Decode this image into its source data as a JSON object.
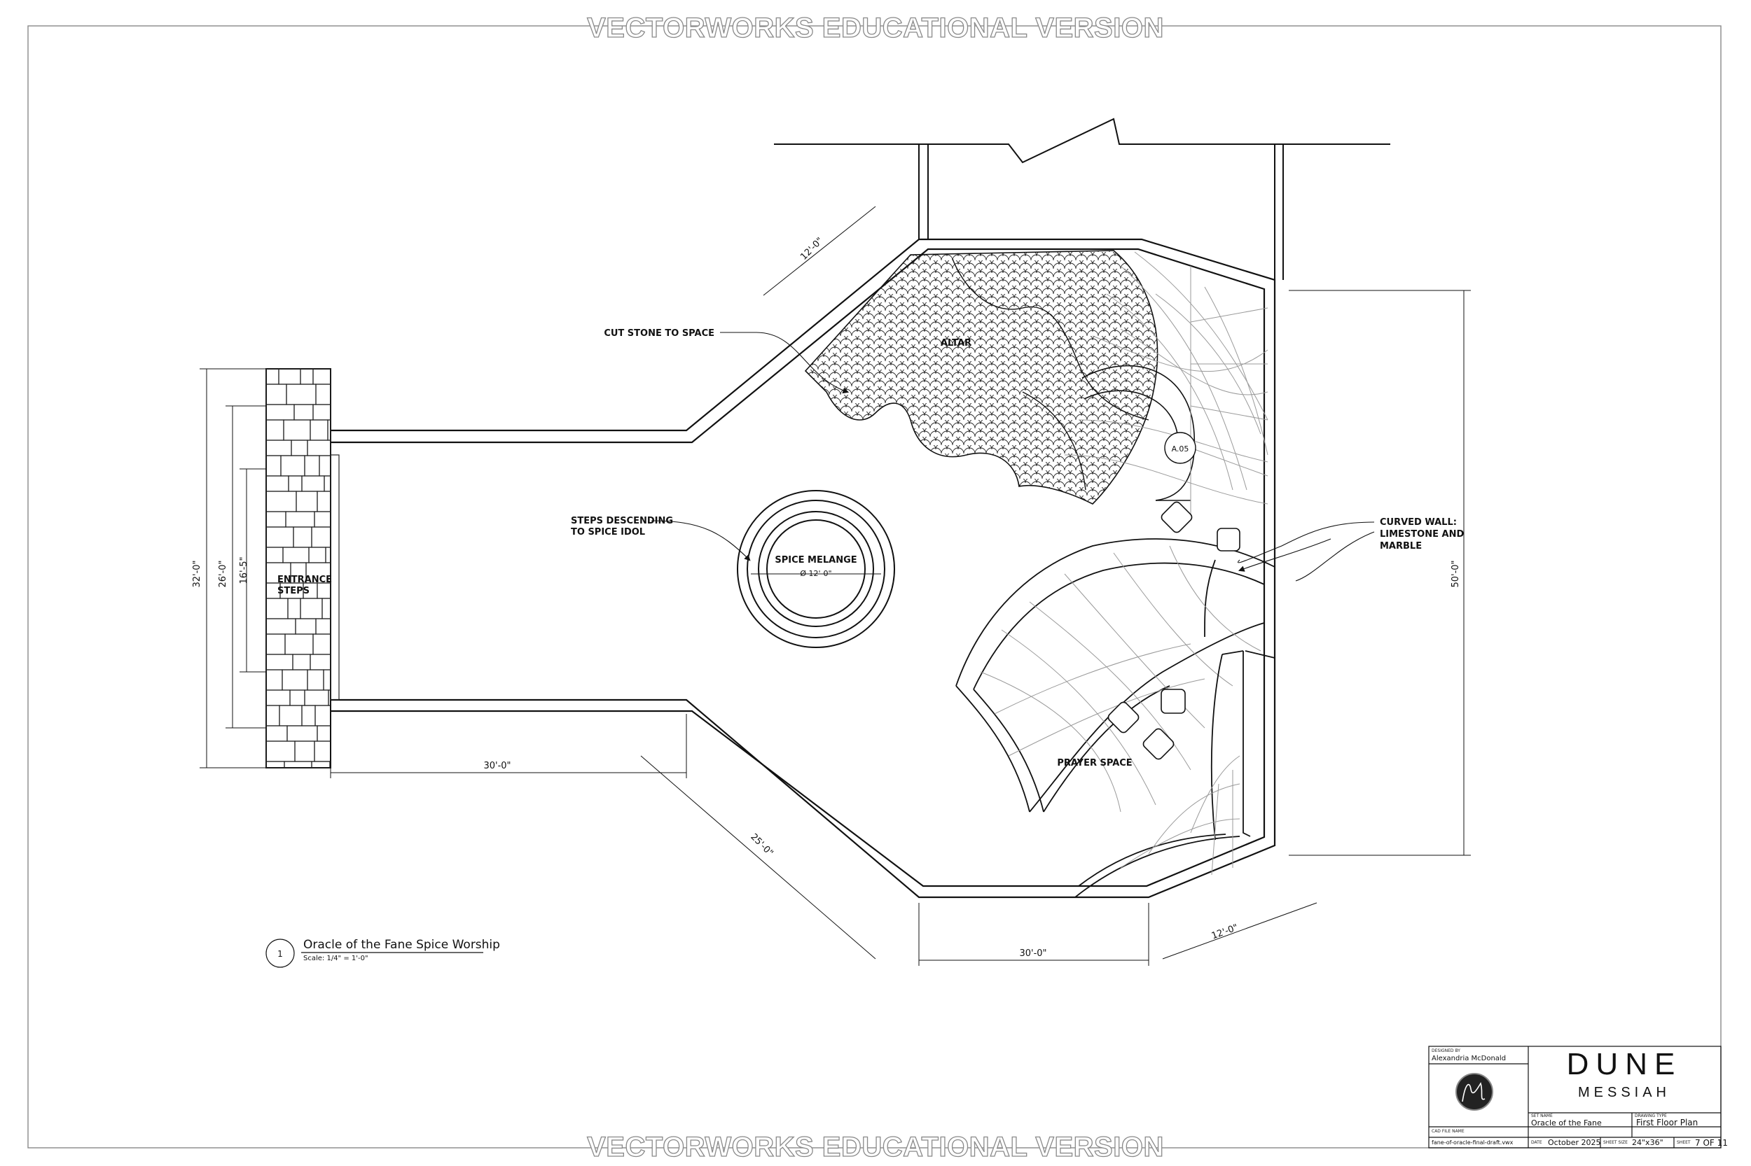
{
  "watermark": "VECTORWORKS EDUCATIONAL VERSION",
  "labels": {
    "cut_stone": "CUT STONE TO SPACE",
    "altar": "ALTAR",
    "marker": "A.05",
    "steps_line1": "STEPS DESCENDING",
    "steps_line2": "TO SPICE IDOL",
    "spice_melange": "SPICE MELANGE",
    "spice_diameter": "Ø 12'-0\"",
    "entrance_line1": "ENTRANCE",
    "entrance_line2": "STEPS",
    "curved_wall_line1": "CURVED WALL:",
    "curved_wall_line2": "LIMESTONE AND",
    "curved_wall_line3": "MARBLE",
    "prayer_space": "PRAYER SPACE"
  },
  "dimensions": {
    "top_diag": "12'-0\"",
    "left_32": "32'-0\"",
    "left_26": "26'-0\"",
    "left_16": "16'-5\"",
    "bottom_30_left": "30'-0\"",
    "lower_diag": "25'-0\"",
    "bottom_30_right": "30'-0\"",
    "bottom_right_diag": "12'-0\"",
    "right_50": "50'-0\""
  },
  "drawing_title": {
    "number": "1",
    "title": "Oracle of the Fane Spice Worship",
    "scale": "Scale: 1/4\" = 1'-0\""
  },
  "title_block": {
    "designed_by_label": "DESIGNED BY",
    "designer": "Alexandria McDonald",
    "brand_line1": "DUNE",
    "brand_line2": "MESSIAH",
    "set_name_label": "SET NAME",
    "set_name": "Oracle of the Fane",
    "drawing_type_label": "DRAWING TYPE",
    "drawing_type": "First Floor Plan",
    "cad_file_label": "CAD FILE NAME",
    "cad_file": "fane-of-oracle-final-draft.vwx",
    "date_label": "DATE",
    "date": "October 2025",
    "sheet_size_label": "SHEET SIZE",
    "sheet_size": "24\"x36\"",
    "sheet_label": "SHEET",
    "sheet": "7 OF 11"
  }
}
